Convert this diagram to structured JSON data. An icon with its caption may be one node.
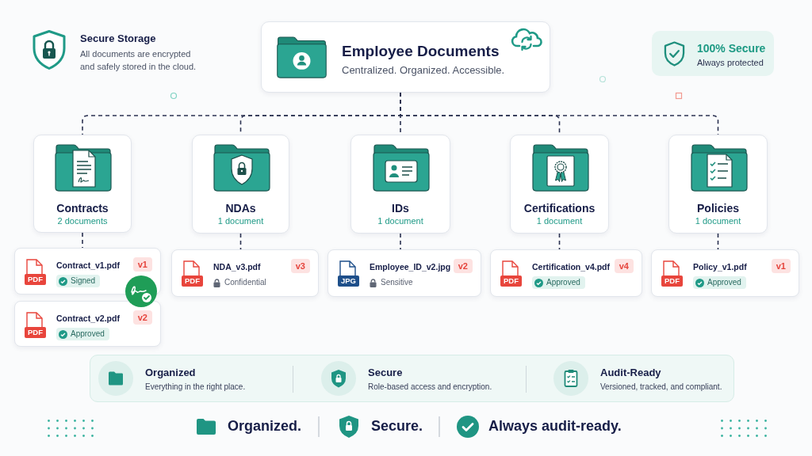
{
  "diagram": {
    "nodes": [
      {
        "text": [
          "Employee Documents",
          "Centralized. Organized. Accessible."
        ]
      },
      {
        "text": [
          "100% Secure",
          "Always protected"
        ]
      },
      {
        "text": [
          "Contracts",
          "2 documents"
        ]
      },
      {
        "text": [
          "NDAs",
          "1 document"
        ]
      },
      {
        "text": [
          "IDs",
          "1 document"
        ]
      },
      {
        "text": [
          "Certifications",
          "1 document"
        ]
      },
      {
        "text": [
          "Policies",
          "1 document"
        ]
      },
      {
        "text": [
          "PDF",
          "Contract_v1.pdf",
          "v1",
          "Signed"
        ]
      },
      {
        "text": [
          "PDF",
          "Contract_v2.pdf",
          "v2",
          "Approved"
        ]
      },
      {
        "text": [
          "PDF",
          "NDA_v3.pdf",
          "v3",
          "Confidential"
        ]
      },
      {
        "text": [
          "JPG",
          "Employee_ID_v2.jpg",
          "v2",
          "Sensitive"
        ]
      },
      {
        "text": [
          "PDF",
          "Certification_v4.pdf",
          "v4",
          "Approved"
        ]
      },
      {
        "text": [
          "PDF",
          "Policy_v1.pdf",
          "v1",
          "Approved"
        ]
      },
      {
        "text": [
          "Organized",
          "Everything in the right place.",
          "Secure",
          "Role-based access and encryption.",
          "Audit-Ready",
          "Versioned, tracked, and compliant."
        ]
      }
    ],
    "edges": [
      {
        "from": 0,
        "to": 2,
        "arrow": "none",
        "style": "dashed"
      },
      {
        "from": 0,
        "to": 3,
        "arrow": "none",
        "style": "dashed"
      },
      {
        "from": 0,
        "to": 4,
        "arrow": "none",
        "style": "dashed"
      },
      {
        "from": 0,
        "to": 5,
        "arrow": "none",
        "style": "dashed"
      },
      {
        "from": 0,
        "to": 6,
        "arrow": "none",
        "style": "dashed"
      },
      {
        "from": 2,
        "to": 7,
        "arrow": "none",
        "style": "dashed"
      },
      {
        "from": 3,
        "to": 9,
        "arrow": "none",
        "style": "dashed"
      },
      {
        "from": 4,
        "to": 10,
        "arrow": "none",
        "style": "dashed"
      },
      {
        "from": 5,
        "to": 11,
        "arrow": "none",
        "style": "dashed"
      },
      {
        "from": 6,
        "to": 12,
        "arrow": "none",
        "style": "dashed"
      }
    ],
    "labels": [
      "Secure Storage",
      "All documents are encrypted and safely stored in the cloud.",
      "Organized.",
      "Secure.",
      "Always audit-ready."
    ]
  }
}
